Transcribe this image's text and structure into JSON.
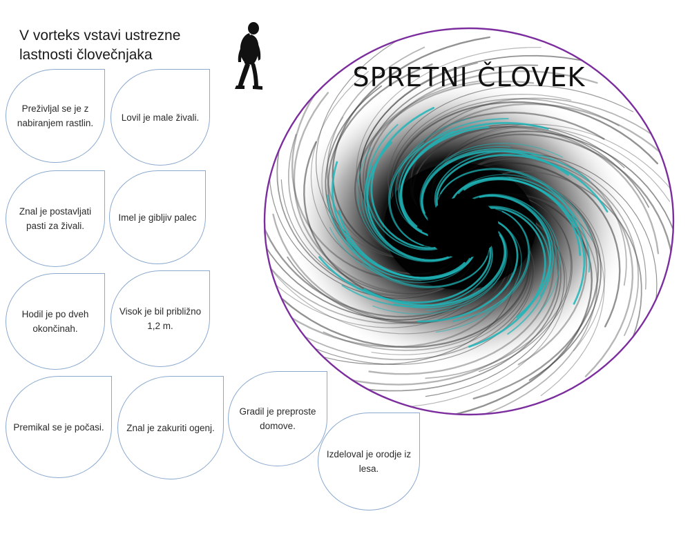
{
  "instruction": {
    "line1": "V vorteks vstavi ustrezne",
    "line2": "lastnosti človečnjaka"
  },
  "vortex": {
    "title": "SPRETNI ČLOVEK",
    "ring_color": "#7b2d9e",
    "swirl_color": "#1fb5b8"
  },
  "cards": [
    {
      "text": "Preživljal se je z nabiranjem rastlin."
    },
    {
      "text": "Lovil je male živali."
    },
    {
      "text": "Znal je postavljati pasti za živali."
    },
    {
      "text": "Imel je gibljiv palec"
    },
    {
      "text": "Hodil je po dveh okončinah."
    },
    {
      "text": "Visok je bil približno 1,2 m."
    },
    {
      "text": "Premikal se je počasi."
    },
    {
      "text": "Znal je zakuriti ogenj."
    },
    {
      "text": "Gradil je preproste domove."
    },
    {
      "text": "Izdeloval je orodje iz lesa."
    }
  ],
  "icons": {
    "hominid": "walking-hominid-silhouette"
  },
  "colors": {
    "card_border": "#8aa8cf"
  }
}
